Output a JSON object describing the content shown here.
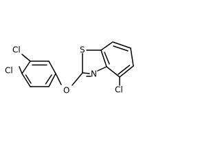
{
  "structure": {
    "atoms": {
      "cl_top": "Cl",
      "cl_bottom": "Cl",
      "oxygen": "O",
      "sulfur": "S",
      "nitrogen": "N",
      "cl_right": "Cl"
    }
  },
  "colors": {
    "bond": "#000000",
    "text": "#000000",
    "background": "#ffffff"
  }
}
